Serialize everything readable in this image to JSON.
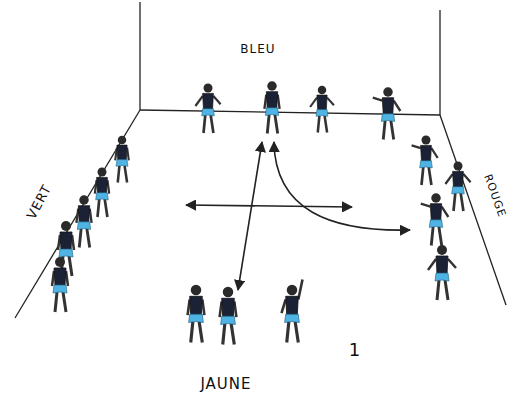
{
  "diagram": {
    "labels": [
      "BLEU",
      "VERT",
      "ROUGE",
      "JAUNE",
      "1"
    ]
  }
}
